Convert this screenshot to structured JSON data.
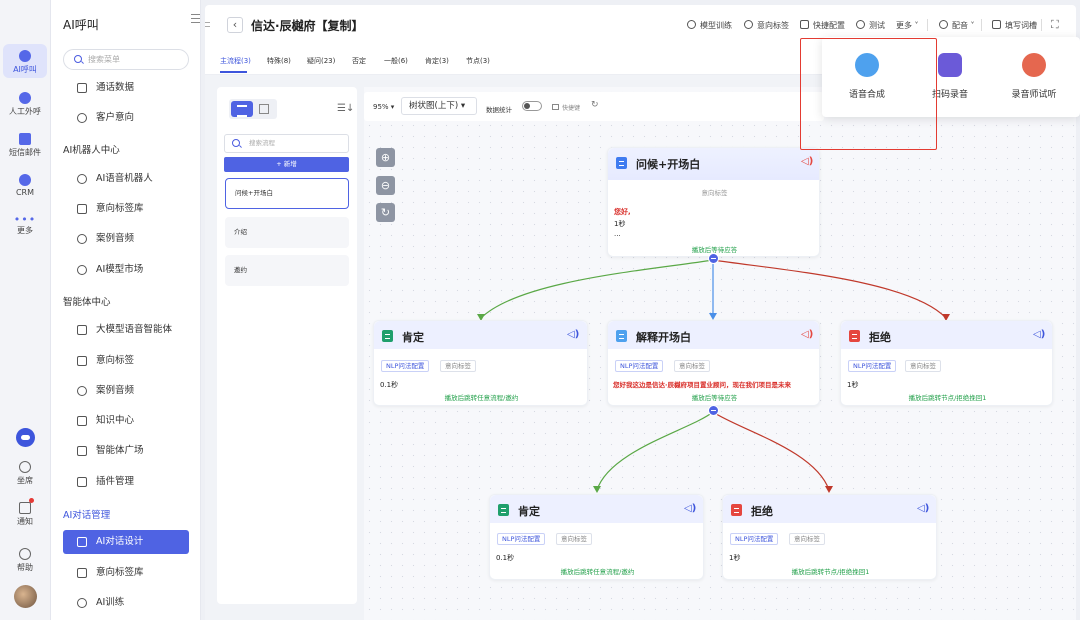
{
  "rail": {
    "items": [
      {
        "label": "AI呼叫"
      },
      {
        "label": "人工外呼"
      },
      {
        "label": "短信邮件"
      },
      {
        "label": "CRM"
      },
      {
        "label": "更多"
      },
      {
        "label": "坐席"
      },
      {
        "label": "通知"
      },
      {
        "label": "帮助"
      }
    ]
  },
  "menu": {
    "title": "AI呼叫",
    "search_placeholder": "搜索菜单",
    "groups": [
      {
        "title": "AI机器人中心"
      },
      {
        "title": "智能体中心"
      },
      {
        "title": "AI对话管理"
      }
    ],
    "items": [
      {
        "label": "通话数据"
      },
      {
        "label": "客户意向"
      },
      {
        "label": "AI语音机器人"
      },
      {
        "label": "意向标签库"
      },
      {
        "label": "案例音频"
      },
      {
        "label": "AI模型市场"
      },
      {
        "label": "大模型语音智能体"
      },
      {
        "label": "意向标签"
      },
      {
        "label": "案例音频"
      },
      {
        "label": "知识中心"
      },
      {
        "label": "智能体广场"
      },
      {
        "label": "插件管理"
      },
      {
        "label": "AI对话设计"
      },
      {
        "label": "意向标签库"
      },
      {
        "label": "AI训练"
      }
    ]
  },
  "header": {
    "title": "信达·辰樾府【复制】",
    "tools": [
      {
        "label": "模型训练"
      },
      {
        "label": "意向标签"
      },
      {
        "label": "快捷配置"
      },
      {
        "label": "测试"
      },
      {
        "label": "更多 ˅"
      },
      {
        "label": "配音 ˅"
      },
      {
        "label": "填写词槽"
      }
    ]
  },
  "tabs": [
    {
      "label": "主流程(3)"
    },
    {
      "label": "特殊(8)"
    },
    {
      "label": "疑问(23)"
    },
    {
      "label": "否定"
    },
    {
      "label": "一般(6)"
    },
    {
      "label": "肯定(3)"
    },
    {
      "label": "节点(3)"
    }
  ],
  "left_panel": {
    "search_placeholder": "搜索流程",
    "add_label": "+ 新增",
    "flows": [
      {
        "label": "问候+开场白"
      },
      {
        "label": "介绍"
      },
      {
        "label": "邀约"
      }
    ]
  },
  "canvas_toolbar": {
    "zoom": "95% ▾",
    "layout": "树状图(上下) ▾",
    "data_stats": "数据统计",
    "shortcut": "快捷键"
  },
  "nodes": {
    "greet": {
      "title": "问候+开场白",
      "tag": "意向标签",
      "text_line1": "您好,",
      "text_line2": "1秒",
      "text_line3": "...",
      "footer": "播放后等待应答"
    },
    "yes1": {
      "title": "肯定",
      "nlp": "NLP问法配置",
      "tag": "意向标签",
      "text": "0.1秒",
      "footer": "播放后跳转任意流程/邀约"
    },
    "explain": {
      "title": "解释开场白",
      "nlp": "NLP问法配置",
      "tag": "意向标签",
      "text": "您好我这边是信达·辰樾府项目置业顾问，现在我们项目是未来",
      "footer": "播放后等待应答"
    },
    "no1": {
      "title": "拒绝",
      "nlp": "NLP问法配置",
      "tag": "意向标签",
      "text": "1秒",
      "footer": "播放后跳转节点/拒绝挽回1"
    },
    "yes2": {
      "title": "肯定",
      "nlp": "NLP问法配置",
      "tag": "意向标签",
      "text": "0.1秒",
      "footer": "播放后跳转任意流程/邀约"
    },
    "no2": {
      "title": "拒绝",
      "nlp": "NLP问法配置",
      "tag": "意向标签",
      "text": "1秒",
      "footer": "播放后跳转节点/拒绝挽回1"
    }
  },
  "dropdown": {
    "items": [
      {
        "label": "语音合成",
        "color": "#4ea1ee"
      },
      {
        "label": "扫码录音",
        "color": "#6b5ad8"
      },
      {
        "label": "录音师试听",
        "color": "#e5674f"
      }
    ]
  },
  "colors": {
    "accent": "#4f63e3",
    "edge_yes": "#5aa846",
    "edge_main": "#4a8fe8",
    "edge_no": "#c0392b",
    "highlight": "#e33b32"
  }
}
